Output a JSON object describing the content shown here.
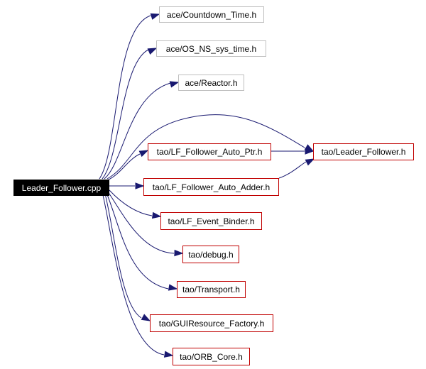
{
  "graph": {
    "root": {
      "label": "Leader_Follower.cpp"
    },
    "nodes": [
      {
        "id": "countdown",
        "label": "ace/Countdown_Time.h"
      },
      {
        "id": "os_ns",
        "label": "ace/OS_NS_sys_time.h"
      },
      {
        "id": "reactor",
        "label": "ace/Reactor.h"
      },
      {
        "id": "auto_ptr",
        "label": "tao/LF_Follower_Auto_Ptr.h"
      },
      {
        "id": "leader_follower",
        "label": "tao/Leader_Follower.h"
      },
      {
        "id": "auto_adder",
        "label": "tao/LF_Follower_Auto_Adder.h"
      },
      {
        "id": "event_binder",
        "label": "tao/LF_Event_Binder.h"
      },
      {
        "id": "debug",
        "label": "tao/debug.h"
      },
      {
        "id": "transport",
        "label": "tao/Transport.h"
      },
      {
        "id": "gui_factory",
        "label": "tao/GUIResource_Factory.h"
      },
      {
        "id": "orb_core",
        "label": "tao/ORB_Core.h"
      }
    ],
    "edges": [
      {
        "from": "root",
        "to": "countdown"
      },
      {
        "from": "root",
        "to": "os_ns"
      },
      {
        "from": "root",
        "to": "reactor"
      },
      {
        "from": "root",
        "to": "leader_follower"
      },
      {
        "from": "root",
        "to": "auto_ptr"
      },
      {
        "from": "root",
        "to": "auto_adder"
      },
      {
        "from": "root",
        "to": "event_binder"
      },
      {
        "from": "root",
        "to": "debug"
      },
      {
        "from": "root",
        "to": "transport"
      },
      {
        "from": "root",
        "to": "gui_factory"
      },
      {
        "from": "root",
        "to": "orb_core"
      },
      {
        "from": "auto_ptr",
        "to": "leader_follower"
      },
      {
        "from": "auto_adder",
        "to": "leader_follower"
      }
    ]
  }
}
